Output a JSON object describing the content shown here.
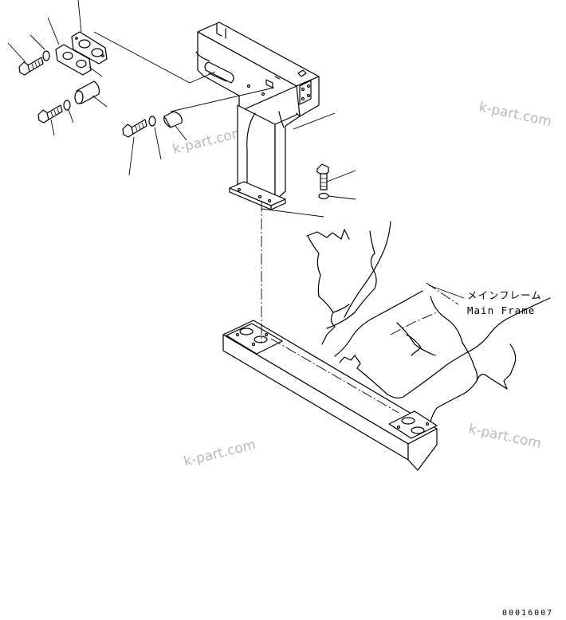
{
  "callouts": {
    "main_frame_jp": "メインフレーム",
    "main_frame_en": "Main Frame"
  },
  "watermarks": [
    "k-part.com",
    "k-part.com",
    "k-part.com",
    "k-part.com"
  ],
  "figure_code": "00016007"
}
